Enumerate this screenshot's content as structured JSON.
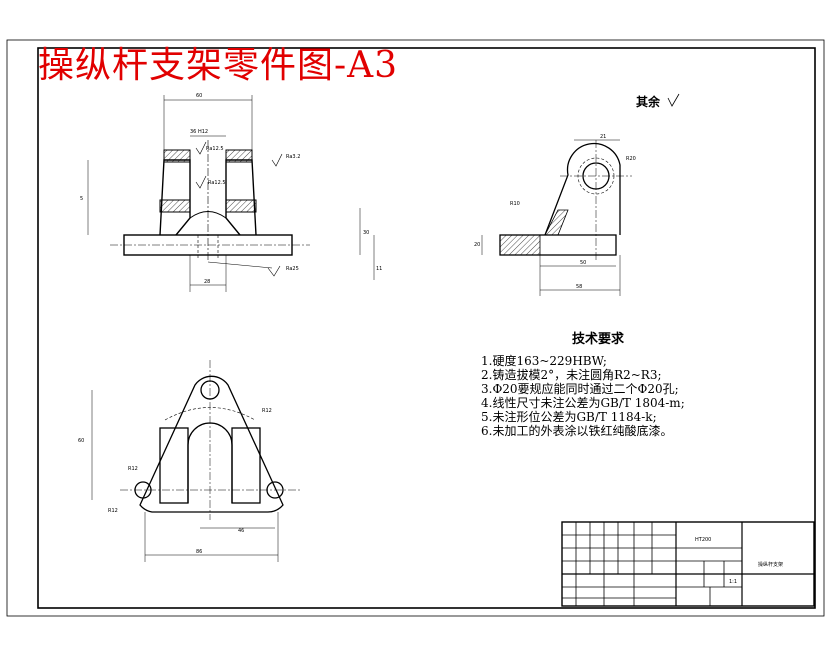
{
  "title": "操纵杆支架零件图-A3",
  "surface_finish_note": "其余",
  "tech_requirements": {
    "title": "技术要求",
    "items": [
      "1.硬度163~229HBW;",
      "2.铸造拔模2°，未注圆角R2~R3;",
      "3.Φ20要规应能同时通过二个Φ20孔;",
      "4.线性尺寸未注公差为GB/T 1804-m;",
      "5.未注形位公差为GB/T 1184-k;",
      "6.未加工的外表涂以铁红纯酸底漆。"
    ]
  },
  "title_block": {
    "material": "HT200",
    "part_name": "操纵杆支架",
    "scale": "1:1"
  },
  "dimensions": {
    "front_top": "60",
    "front_slot": "36 H12",
    "front_ra1": "Ra12.5",
    "front_ra2": "Ra3.2",
    "front_ra3": "Ra12.5",
    "front_ra4": "Ra25",
    "front_left": "5",
    "front_right": "30",
    "front_right2": "11",
    "front_bottom": "28",
    "side_w1": "21",
    "side_r": "R20",
    "side_r2": "R10",
    "side_h": "20",
    "side_w2": "50",
    "side_w3": "58",
    "top_w1": "46",
    "top_w2": "86",
    "top_h": "60",
    "top_r1": "R12",
    "top_r2": "R12",
    "top_r3": "R12"
  }
}
